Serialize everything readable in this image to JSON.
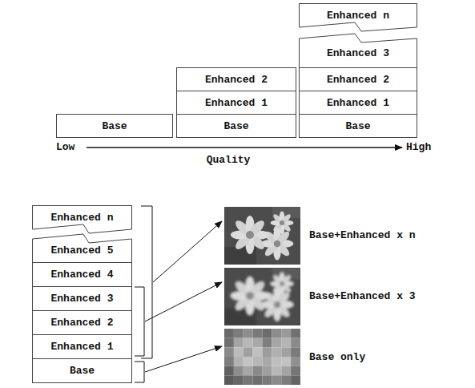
{
  "diagram": {
    "nodes": [
      {
        "text": [
          "Base"
        ]
      },
      {
        "text": [
          "Enhanced 2"
        ]
      },
      {
        "text": [
          "Enhanced 1"
        ]
      },
      {
        "text": [
          "Base"
        ]
      },
      {
        "text": [
          "Enhanced n"
        ]
      },
      {
        "text": [
          "Enhanced 3"
        ]
      },
      {
        "text": [
          "Enhanced 2"
        ]
      },
      {
        "text": [
          "Enhanced 1"
        ]
      },
      {
        "text": [
          "Base"
        ]
      },
      {
        "text": [
          "Enhanced n"
        ]
      },
      {
        "text": [
          "Enhanced 5"
        ]
      },
      {
        "text": [
          "Enhanced 4"
        ]
      },
      {
        "text": [
          "Enhanced 3"
        ]
      },
      {
        "text": [
          "Enhanced 2"
        ]
      },
      {
        "text": [
          "Enhanced 1"
        ]
      },
      {
        "text": [
          "Base"
        ]
      }
    ],
    "labels": [
      "Low",
      "Quality",
      "High",
      "Base+Enhanced x n",
      "Base+Enhanced x 3",
      "Base only"
    ]
  }
}
